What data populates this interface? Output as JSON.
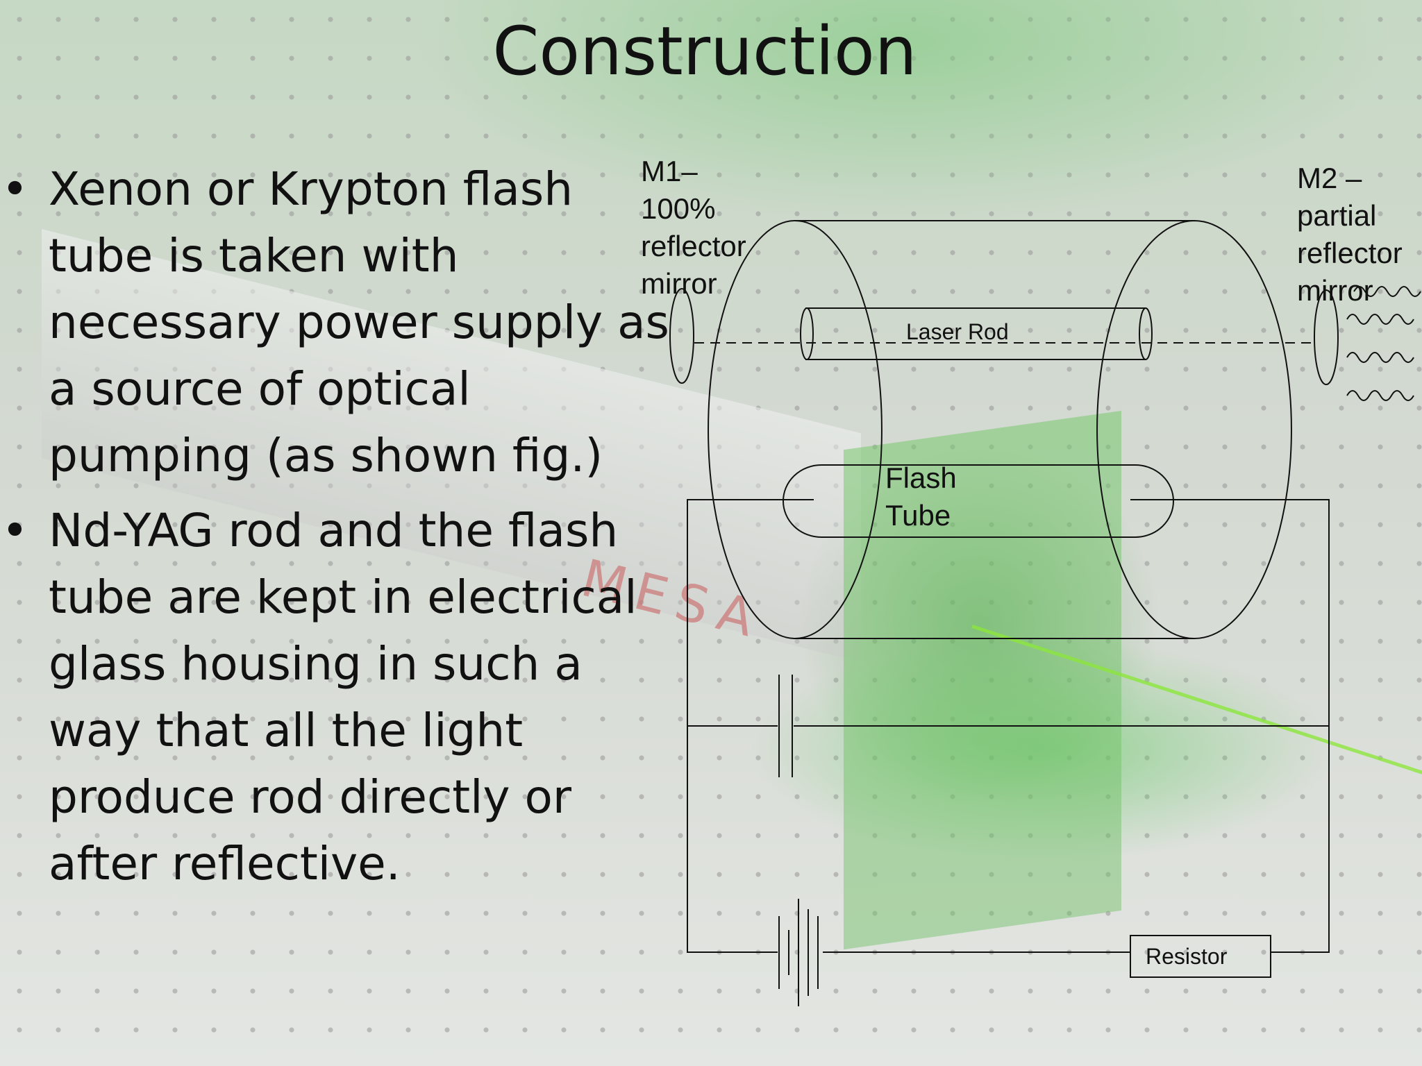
{
  "slide": {
    "title": "Construction",
    "bullets": [
      "Xenon or Krypton flash tube is taken with necessary power supply as a source of optical pumping (as shown fig.)",
      "Nd-YAG rod and the flash tube are kept in electrical glass housing in such a way that all the light produce rod directly or after reflective."
    ],
    "bullet_glyph": "•"
  },
  "diagram": {
    "m1_label": "M1– 100% reflector mirror",
    "m2_label": "M2 – partial reflector mirror",
    "rod_label": "Laser Rod",
    "flash_label": "Flash Tube",
    "resistor_label": "Resistor"
  },
  "background": {
    "brand_text": "MESA"
  }
}
